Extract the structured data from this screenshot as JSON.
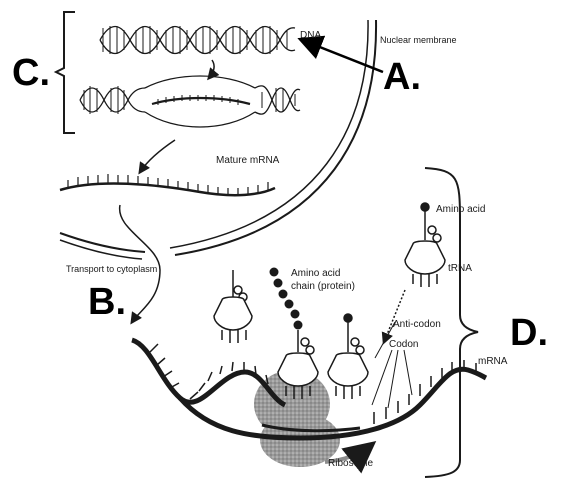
{
  "labels": {
    "dna": "DNA",
    "nuclear_membrane": "Nuclear membrane",
    "mature_mrna": "Mature mRNA",
    "transport": "Transport to cytoplasm",
    "amino_acid": "Amino acid",
    "amino_acid_chain_1": "Amino acid",
    "amino_acid_chain_2": "chain (protein)",
    "trna": "tRNA",
    "anti_codon": "Anti-codon",
    "codon": "Codon",
    "mrna": "mRNA",
    "ribosome": "Ribosome"
  },
  "markers": {
    "a": "A.",
    "b": "B.",
    "c": "C.",
    "d": "D."
  },
  "colors": {
    "ink": "#1a1a1a",
    "ribosome": "#8c8c8c",
    "arrow": "#000000"
  }
}
